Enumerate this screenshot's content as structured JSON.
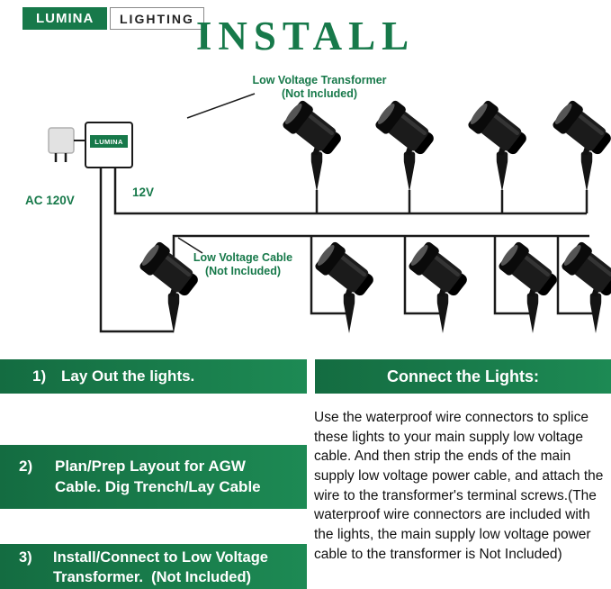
{
  "brand": {
    "primary": "LUMINA",
    "secondary": "LIGHTING"
  },
  "title": "INSTALL",
  "diagram": {
    "transformer_label": {
      "line1": "Low Voltage Transformer",
      "line2": "(Not Included)"
    },
    "transformer_brand": "LUMINA",
    "ac_label": "AC 120V",
    "dc_label": "12V",
    "cable_label": {
      "line1": "Low Voltage Cable",
      "line2": "(Not Included)"
    }
  },
  "steps": [
    {
      "number": "1)",
      "lines": [
        "Lay Out the lights."
      ]
    },
    {
      "number": "2)",
      "lines": [
        "Plan/Prep Layout for AGW",
        "Cable. Dig Trench/Lay Cable"
      ]
    },
    {
      "number": "3)",
      "lines": [
        "Install/Connect to Low Voltage",
        "Transformer.  (Not Included)"
      ]
    }
  ],
  "connect": {
    "heading": "Connect the Lights:",
    "body": "Use the waterproof wire connectors to splice these lights to your main supply low voltage cable. And then strip the ends of the main supply low voltage power cable, and attach the wire to the transformer's terminal screws.(The waterproof wire connectors are included with the lights, the main supply low voltage power cable to the transformer is Not Included)"
  },
  "colors": {
    "green": "#17794a",
    "wire": "#1a1a1a",
    "light_body": "#141414"
  }
}
